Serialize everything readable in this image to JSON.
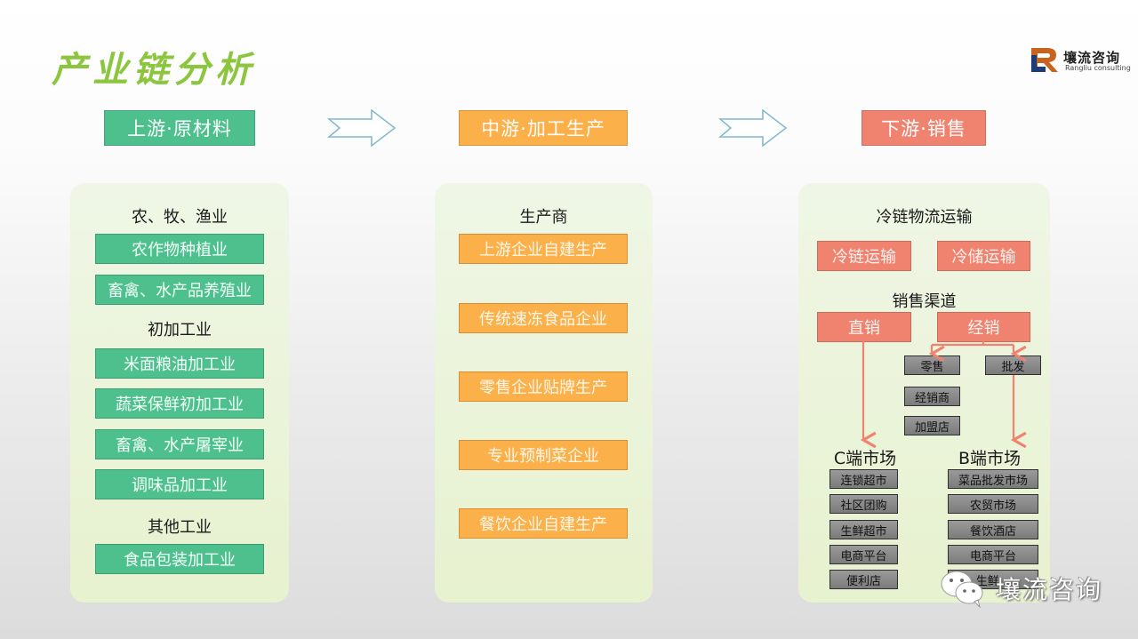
{
  "title": "产业链分析",
  "logo": {
    "cn": "壤流咨询",
    "en": "Rangliu consulting",
    "colors": {
      "orange": "#c8631e",
      "navy": "#1d3b78"
    }
  },
  "colors": {
    "title": "#8cc63f",
    "upstream": "#4dc08d",
    "midstream": "#fbb04a",
    "downstream": "#ef8370",
    "connector": "#ef8370",
    "flow_arrow": "#7fb8cc"
  },
  "stages": {
    "upstream": "上游·原材料",
    "midstream": "中游·加工生产",
    "downstream": "下游·销售"
  },
  "upstream": {
    "sections": [
      {
        "label": "农、牧、渔业",
        "items": [
          "农作物种植业",
          "畜禽、水产品养殖业"
        ]
      },
      {
        "label": "初加工业",
        "items": [
          "米面粮油加工业",
          "蔬菜保鲜初加工业",
          "畜禽、水产屠宰业",
          "调味品加工业"
        ]
      },
      {
        "label": "其他工业",
        "items": [
          "食品包装加工业"
        ]
      }
    ]
  },
  "midstream": {
    "label": "生产商",
    "items": [
      "上游企业自建生产",
      "传统速冻食品企业",
      "零售企业贴牌生产",
      "专业预制菜企业",
      "餐饮企业自建生产"
    ]
  },
  "downstream": {
    "logistics": {
      "label": "冷链物流运输",
      "items": [
        "冷链运输",
        "冷储运输"
      ]
    },
    "channels": {
      "label": "销售渠道",
      "direct": "直销",
      "distribution": "经销",
      "intermediaries": [
        "零售",
        "批发",
        "经销商",
        "加盟店"
      ]
    },
    "c_market": {
      "label": "C端市场",
      "items": [
        "连锁超市",
        "社区团购",
        "生鲜超市",
        "电商平台",
        "便利店"
      ]
    },
    "b_market": {
      "label": "B端市场",
      "items": [
        "菜品批发市场",
        "农贸市场",
        "餐饮酒店",
        "电商平台",
        "生鲜..."
      ]
    }
  },
  "watermark": {
    "icon": "wechat-icon",
    "text": "壤流咨询"
  }
}
